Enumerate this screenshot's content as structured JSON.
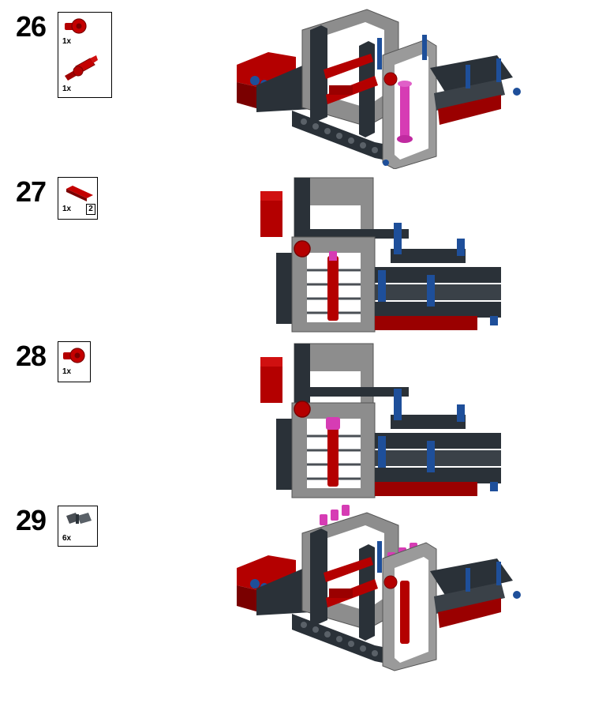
{
  "steps": [
    {
      "number": "26",
      "parts": [
        {
          "qty": "1x",
          "icon": "red-axle-pin-bush-icon",
          "color": "#b40000"
        },
        {
          "qty": "1x",
          "icon": "red-axle-pin-connector-icon",
          "color": "#b40000"
        }
      ]
    },
    {
      "number": "27",
      "parts": [
        {
          "qty": "1x",
          "icon": "red-axle-icon",
          "color": "#b40000",
          "length": "2"
        }
      ]
    },
    {
      "number": "28",
      "parts": [
        {
          "qty": "1x",
          "icon": "red-axle-pin-bush-icon",
          "color": "#b40000"
        }
      ]
    },
    {
      "number": "29",
      "parts": [
        {
          "qty": "6x",
          "icon": "dark-gray-friction-pin-icon",
          "color": "#4a4f55"
        }
      ]
    }
  ],
  "colors": {
    "red": "#b40000",
    "dark_red": "#7a0000",
    "light_gray": "#9a9a9a",
    "dark_gray": "#2a3138",
    "blue": "#1e4f9a",
    "pink": "#d63cb4"
  }
}
